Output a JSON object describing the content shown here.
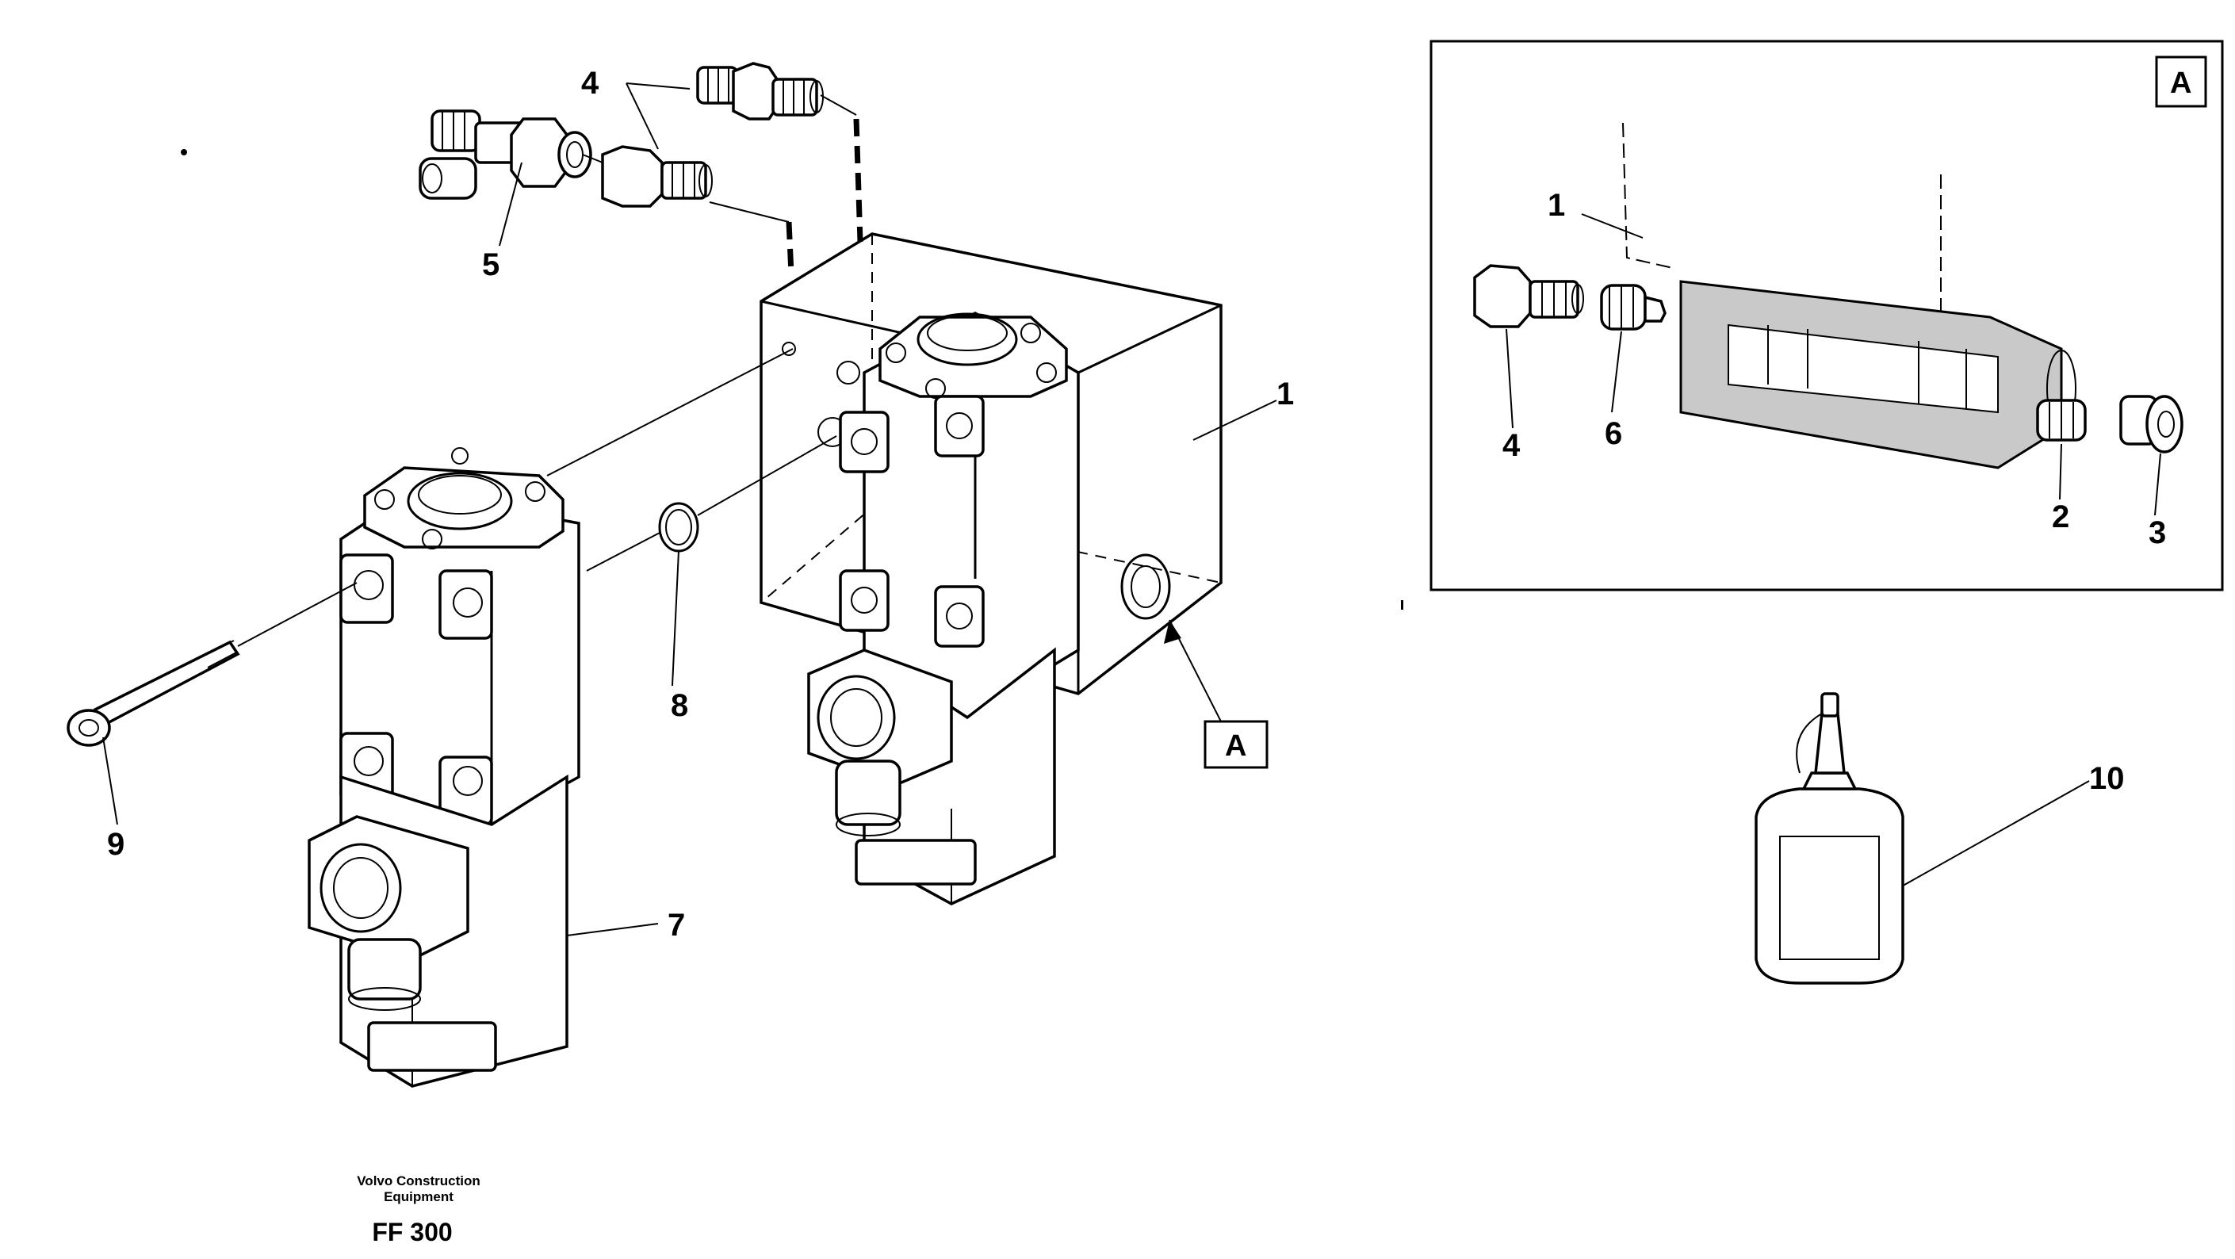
{
  "callouts": {
    "main": {
      "c1": "1",
      "c4": "4",
      "c5": "5",
      "c7": "7",
      "c8": "8",
      "c9": "9",
      "c10": "10",
      "ref_a": "A"
    },
    "detail": {
      "box_label": "A",
      "c1": "1",
      "c2": "2",
      "c3": "3",
      "c4": "4",
      "c6": "6"
    }
  },
  "footer": {
    "line1": "Volvo Construction",
    "line2": "Equipment",
    "code": "FF 300"
  }
}
